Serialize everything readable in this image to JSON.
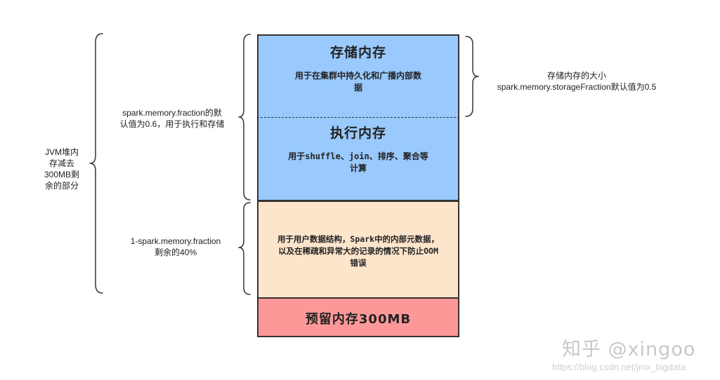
{
  "blocks": {
    "storage": {
      "title": "存储内存",
      "desc_line1": "用于在集群中持久化和广播内部数",
      "desc_line2": "据",
      "color": "#99c9fd"
    },
    "execution": {
      "title": "执行内存",
      "desc_line1": "用于shuffle、join、排序、聚合等",
      "desc_line2": "计算",
      "color": "#99c9fd"
    },
    "user": {
      "desc_line1": "用于用户数据结构，Spark中的内部元数据，",
      "desc_line2": "以及在稀疏和异常大的记录的情况下防止OOM",
      "desc_line3": "错误",
      "color": "#fde5cc"
    },
    "reserved": {
      "title": "预留内存300MB",
      "color": "#fd9898"
    }
  },
  "notes": {
    "jvm": {
      "line1": "JVM堆内",
      "line2": "存减去",
      "line3": "300MB剩",
      "line4": "余的部分"
    },
    "fraction": {
      "line1": "spark.memory.fraction的默",
      "line2": "认值为0.6，用于执行和存储"
    },
    "remaining": {
      "line1": "1-spark.memory.fraction",
      "line2": "剩余的40%"
    },
    "storage_fraction": {
      "line1": "存储内存的大小",
      "line2": "spark.memory.storageFraction默认值为0.5"
    }
  },
  "watermark": {
    "main": "知乎 @xingoo",
    "url": "https://blog.csdn.net/jmx_bigdata"
  }
}
